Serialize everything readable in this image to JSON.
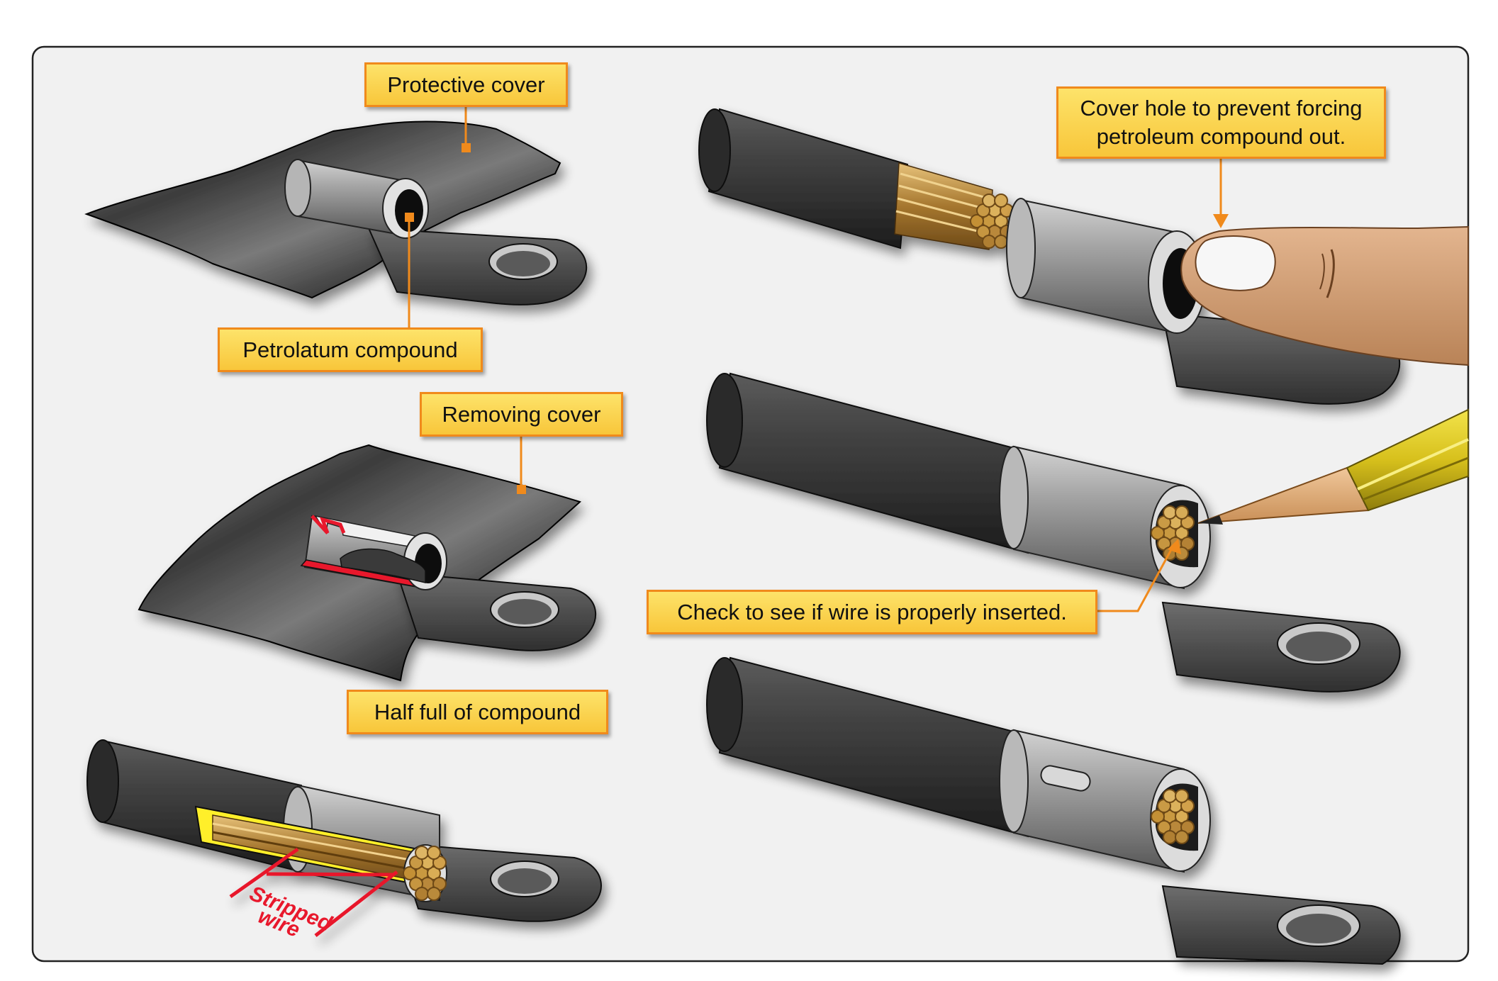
{
  "labels": {
    "protective_cover": "Protective cover",
    "petrolatum_compound": "Petrolatum compound",
    "removing_cover": "Removing cover",
    "half_full": "Half full of compound",
    "cover_hole_line1": "Cover hole to prevent forcing",
    "cover_hole_line2": "petroleum compound out.",
    "check_wire": "Check to see if wire is properly inserted.",
    "stripped_line1": "Stripped",
    "stripped_line2": "wire"
  },
  "colors": {
    "callout_fill": "#f9cf45",
    "callout_border": "#f08a1c",
    "leader": "#f08a1c",
    "insulation": "#3a3a3a",
    "barrel": "#9a9a9a",
    "copper": "#b88a3e",
    "stripped_marker": "#e8182c",
    "panel_bg": "#f1f1f1"
  }
}
